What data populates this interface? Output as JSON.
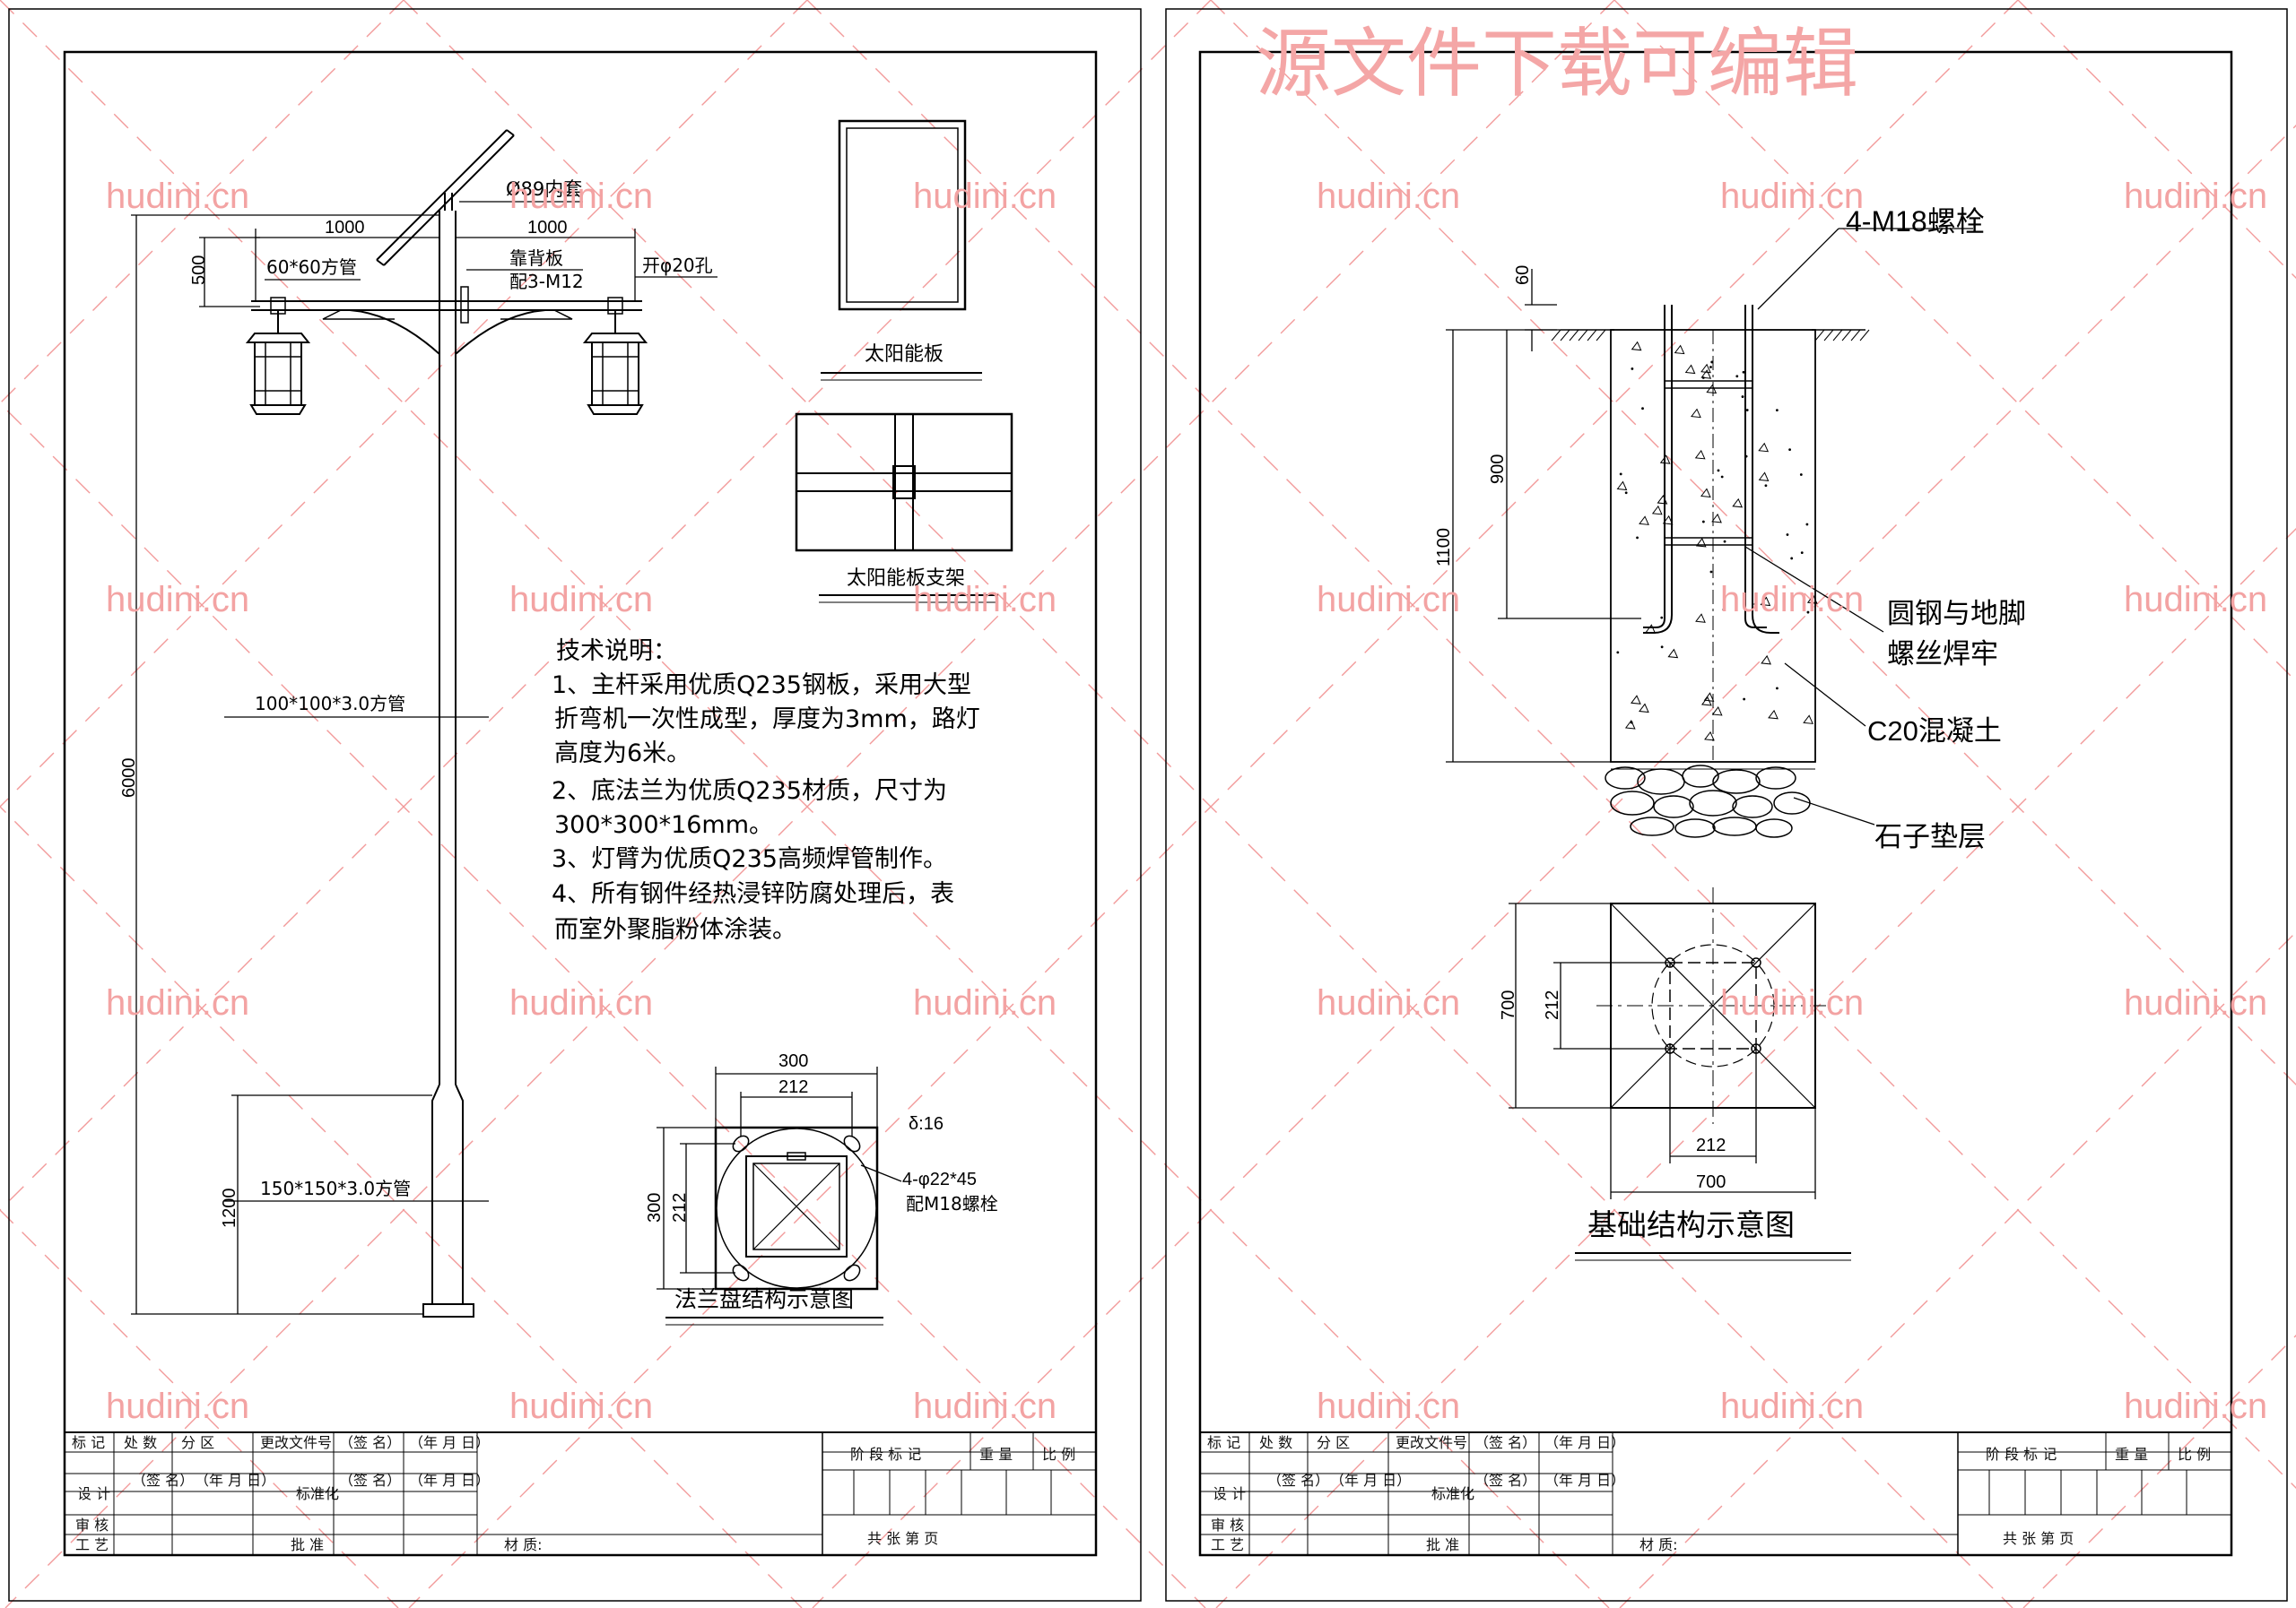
{
  "header": {
    "watermark_title": "源文件下载可编辑"
  },
  "watermark": {
    "text": "hudini.cn"
  },
  "left": {
    "dims": {
      "d1000a": "1000",
      "d1000b": "1000",
      "d500": "500",
      "d6000": "6000",
      "d1200": "1200"
    },
    "labels": {
      "inner_sleeve": "Ø89内套",
      "square_tube": "60*60方管",
      "back_plate": "靠背板",
      "bolts": "配3-M12",
      "hole": "开φ20孔",
      "pole_tube": "100*100*3.0方管",
      "base_tube": "150*150*3.0方管"
    },
    "solar_panel_label": "太阳能板",
    "solar_bracket_label": "太阳能板支架",
    "tech_notes": {
      "title": "技术说明：",
      "lines": [
        "1、主杆采用优质Q235钢板，采用大型",
        "折弯机一次性成型，厚度为3mm，路灯",
        "高度为6米。",
        "2、底法兰为优质Q235材质，尺寸为",
        "300*300*16mm。",
        "3、灯臂为优质Q235高频焊管制作。",
        "4、所有钢件经热浸锌防腐处理后，表",
        "而室外聚脂粉体涂装。"
      ]
    },
    "flange": {
      "w300": "300",
      "w212": "212",
      "h300": "300",
      "h212": "212",
      "thickness": "δ:16",
      "holes": "4-φ22*45",
      "bolts": "配M18螺栓",
      "title": "法兰盘结构示意图"
    }
  },
  "right": {
    "bolt_label": "4-M18螺栓",
    "dims": {
      "d60": "60",
      "d900": "900",
      "d1100": "1100"
    },
    "labels": {
      "weld_1": "圆钢与地脚",
      "weld_2": "螺丝焊牢",
      "concrete": "C20混凝土",
      "gravel": "石子垫层"
    },
    "plan": {
      "h700": "700",
      "h212": "212",
      "w212": "212",
      "w700": "700",
      "title": "基础结构示意图"
    }
  },
  "title_block": {
    "r1": [
      "标 记",
      "处 数",
      "分 区",
      "更改文件号",
      "（签 名）",
      "（年 月 日）"
    ],
    "r2": [
      "设  计",
      "（签 名）",
      "（年 月 日）",
      "标准化",
      "（签 名）",
      "（年 月 日）"
    ],
    "r3": [
      "审  核"
    ],
    "r4": [
      "工  艺",
      "批  准"
    ],
    "material": "材 质:",
    "stage": "阶 段 标 记",
    "weight": "重 量",
    "scale": "比 例",
    "sheet": "共       张       第       页"
  },
  "colors": {
    "watermark": "#f3a3a3",
    "grid_lines": "#f29a9a",
    "ink": "#000000"
  }
}
